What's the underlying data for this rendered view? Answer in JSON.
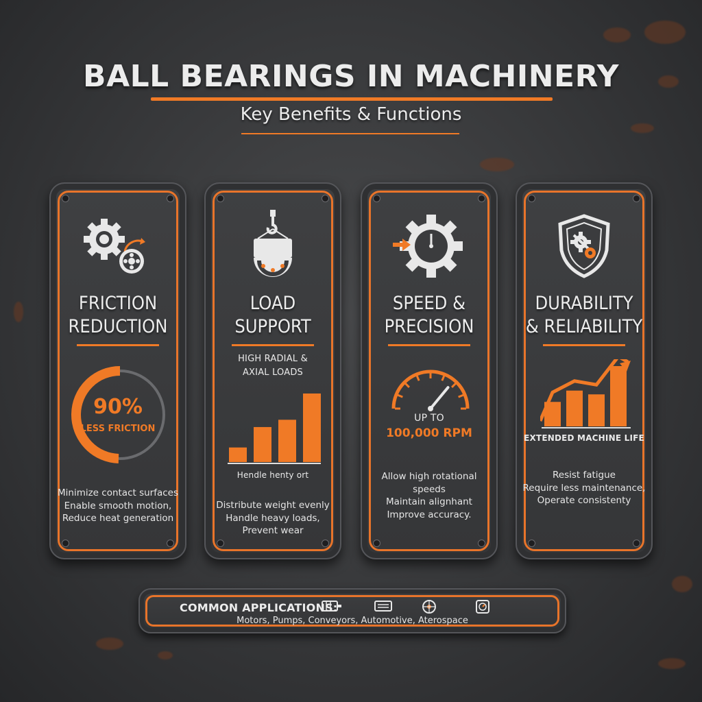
{
  "header": {
    "title": "BALL BEARINGS IN MACHINERY",
    "subtitle": "Key Benefits & Functions"
  },
  "colors": {
    "accent": "#f07a26",
    "panel": "#3a3b3d",
    "text": "#ececec"
  },
  "cards": [
    {
      "icon": "gear-bearing-icon",
      "title_line1": "FRICTION",
      "title_line2": "REDUCTION",
      "gauge_percent": 90,
      "metric_value": "90%",
      "metric_label": "LESS FRICTION",
      "lines": [
        "Minimize contact surfaces",
        "Enable smooth motion,",
        "Reduce heat generation"
      ]
    },
    {
      "icon": "crane-hook-bearing-icon",
      "title_line1": "LOAD",
      "title_line2": "SUPPORT",
      "caption_line1": "HIGH RADIAL &",
      "caption_line2": "AXIAL LOADS",
      "bar_values": [
        1,
        2.4,
        2.9,
        4.7
      ],
      "chart_caption": "Hendle henty ort",
      "lines": [
        "Distribute weight evenly",
        "Handle heavy loads,",
        "Prevent wear"
      ]
    },
    {
      "icon": "gear-gauge-icon",
      "title_line1": "SPEED &",
      "title_line2": "PRECISION",
      "gauge_level": 0.72,
      "speed_label": "UP TO",
      "speed_value": "100,000 RPM",
      "lines": [
        "Allow high rotational",
        "speeds",
        "Maintain alignhant",
        "Improve accuracy."
      ]
    },
    {
      "icon": "shield-gears-icon",
      "title_line1": "DURABILITY",
      "title_line2": "& RELIABILITY",
      "bar_values": [
        1.3,
        1.9,
        1.7,
        3.2
      ],
      "chart_caption": "EXTENDED MACHINE LIFE",
      "lines": [
        "Resist fatigue",
        "Require less maintenance,",
        "Operate consistenty"
      ]
    }
  ],
  "applications": {
    "label": "COMMON APPLICATIONS:",
    "list": "Motors, Pumps, Conveyors, Automotive, Aterospace",
    "icons": [
      "motor-icon",
      "pump-icon",
      "wheel-icon",
      "gauge-icon"
    ]
  }
}
